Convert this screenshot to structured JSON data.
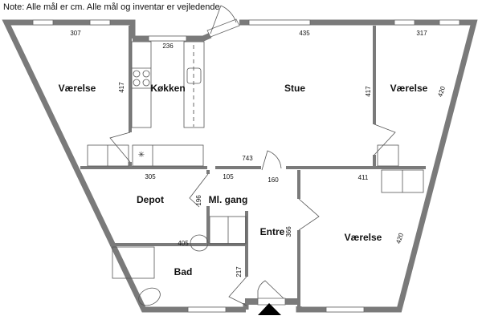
{
  "note": "Note: Alle mål er cm. Alle mål og inventar er vejledende",
  "rooms": {
    "vaerelse_left": "Værelse",
    "kokken": "Køkken",
    "stue": "Stue",
    "vaerelse_right": "Værelse",
    "depot": "Depot",
    "ml_gang": "Ml. gang",
    "entre": "Entre",
    "bad": "Bad",
    "vaerelse_bottom": "Værelse"
  },
  "dimensions": {
    "d307": "307",
    "d236": "236",
    "d435": "435",
    "d317": "317",
    "d417a": "417",
    "d417b": "417",
    "d420a": "420",
    "d743": "743",
    "d305": "305",
    "d105": "105",
    "d160": "160",
    "d411": "411",
    "d196": "196",
    "d366": "366",
    "d405": "405",
    "d217": "217",
    "d420b": "420"
  }
}
